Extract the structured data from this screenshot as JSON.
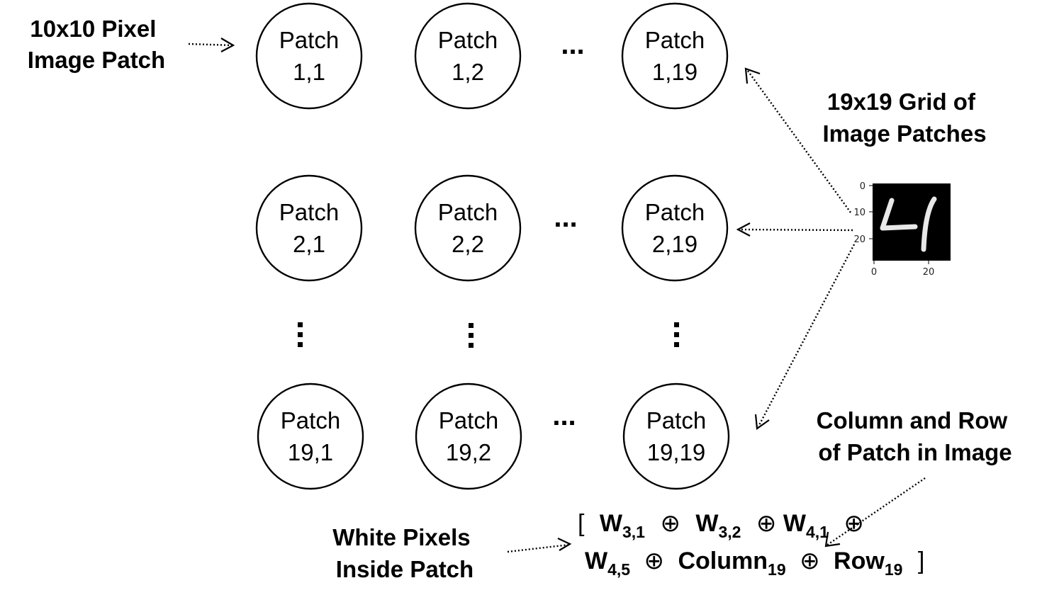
{
  "left_label": [
    "10x10 Pixel",
    "Image Patch"
  ],
  "grid_label": [
    "19x19 Grid of",
    "Image Patches"
  ],
  "column_row_label": [
    "Column and Row",
    "of Patch in Image"
  ],
  "white_pixels_label": [
    "White Pixels",
    "Inside Patch"
  ],
  "patch_word": "Patch",
  "patches": [
    [
      "1,1",
      "1,2",
      "1,19"
    ],
    [
      "2,1",
      "2,2",
      "2,19"
    ],
    [
      "19,1",
      "19,2",
      "19,19"
    ]
  ],
  "horizontal_ellipsis": "...",
  "mnist_thumbnail": {
    "x_ticks": [
      "0",
      "20"
    ],
    "y_ticks": [
      "0",
      "10",
      "20"
    ],
    "digit_color": "#e8e8e8",
    "background_color": "#000000"
  },
  "formula": {
    "open_bracket": "[",
    "close_bracket": "]",
    "operator": "⊕",
    "w_letter": "W",
    "w_terms": [
      "3,1",
      "3,2",
      "4,1",
      "4,5"
    ],
    "column_word": "Column",
    "column_index": "19",
    "row_word": "Row",
    "row_index": "19"
  }
}
